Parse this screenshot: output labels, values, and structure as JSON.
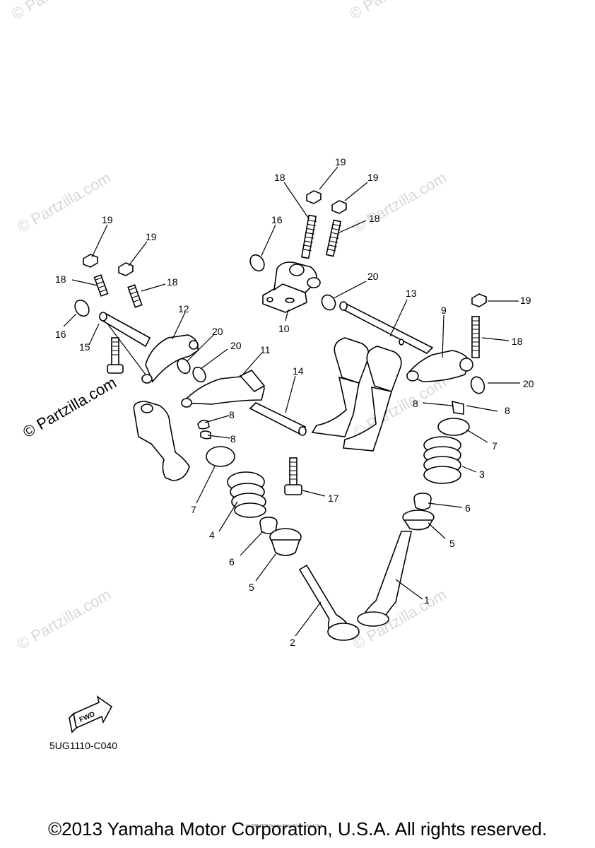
{
  "diagram_code": "5UG1110-C040",
  "copyright": "©2013 Yamaha Motor Corporation, U.S.A. All rights reserved.",
  "fine_print": "(c) 2005-2016 Yamaha Motor Corporation, U.S.A.",
  "watermark": "© Partzilla.com",
  "fwd_label": "FWD",
  "callouts": {
    "c1": "1",
    "c2": "2",
    "c3": "3",
    "c4": "4",
    "c5a": "5",
    "c5b": "5",
    "c6a": "6",
    "c6b": "6",
    "c7a": "7",
    "c7b": "7",
    "c8a": "8",
    "c8b": "8",
    "c8c": "8",
    "c8d": "8",
    "c9": "9",
    "c10": "10",
    "c11": "11",
    "c12": "12",
    "c13": "13",
    "c14": "14",
    "c15": "15",
    "c16a": "16",
    "c16b": "16",
    "c17": "17",
    "c18a": "18",
    "c18b": "18",
    "c18c": "18",
    "c18d": "18",
    "c19a": "19",
    "c19b": "19",
    "c19c": "19",
    "c19d": "19",
    "c19e": "19",
    "c20a": "20",
    "c20b": "20",
    "c20c": "20",
    "c20d": "20"
  }
}
